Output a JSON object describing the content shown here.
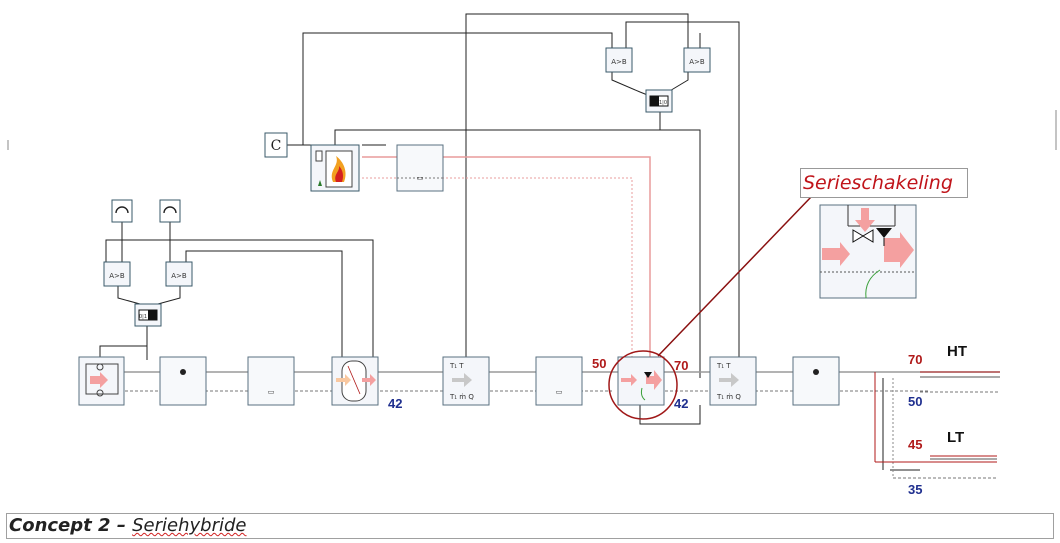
{
  "callout": {
    "label": "Serieschakeling"
  },
  "caption": {
    "title": "Concept 2",
    "separator": " – ",
    "subtitle": "Seriehybride"
  },
  "labels": {
    "in_temp": "50",
    "out_temp": "70",
    "return_temp_1": "42",
    "return_temp_2": "42",
    "ht_label": "HT",
    "ht_supply": "70",
    "ht_return": "50",
    "lt_label": "LT",
    "lt_supply": "45",
    "lt_return": "35"
  },
  "blocks": {
    "constant": "C",
    "comparator_1": "A>B",
    "comparator_2": "A>B",
    "comparator_3": "A>B",
    "comparator_4": "A>B",
    "switch_1": "0|1",
    "switch_2": "1|0"
  },
  "colors": {
    "accent_red": "#b01a1a",
    "accent_blue": "#1f2f8f",
    "arrow_pink": "#f4a0a0",
    "callout_red": "#c0141a"
  }
}
